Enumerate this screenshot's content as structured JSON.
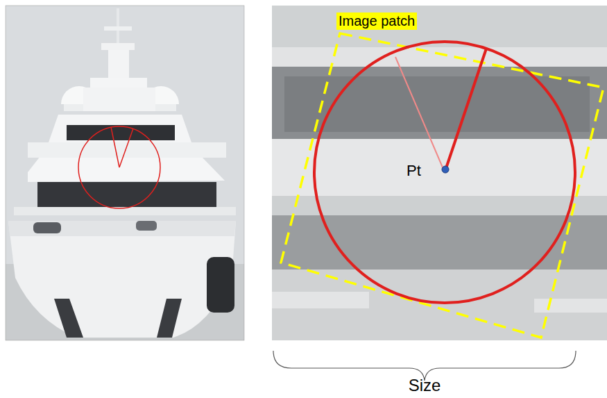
{
  "diagram": {
    "labels": [
      "Image patch",
      "Pt",
      "Size"
    ]
  }
}
